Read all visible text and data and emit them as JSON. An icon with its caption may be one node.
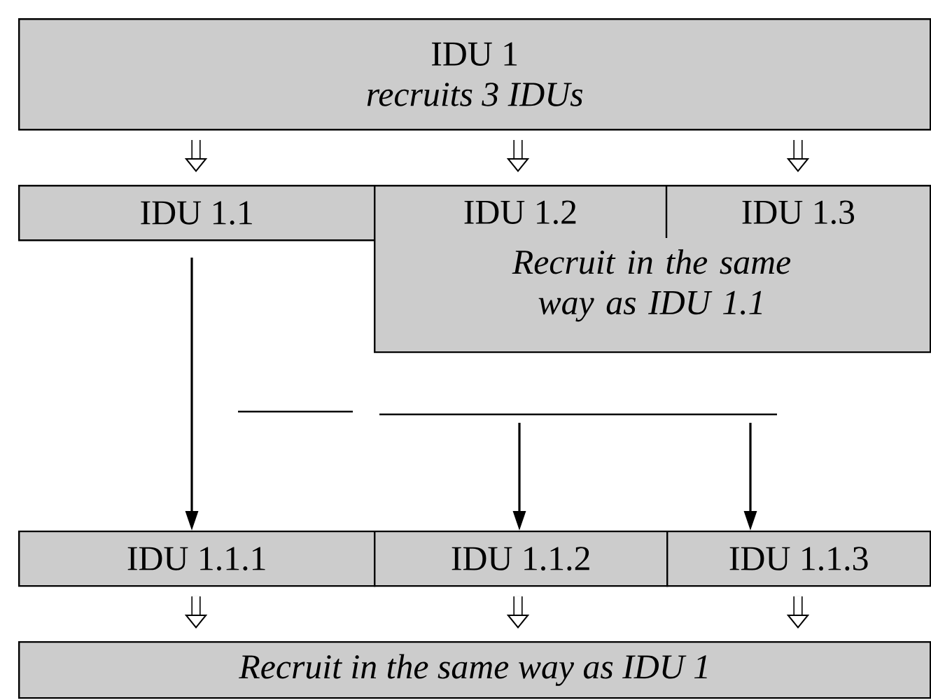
{
  "diagram": {
    "nodes": [
      {
        "text": [
          "IDU 1",
          "recruits 3 IDUs"
        ]
      },
      {
        "text": [
          "IDU 1.1"
        ]
      },
      {
        "text": [
          "Recruit in the same way as IDU 1.1"
        ]
      },
      {
        "text": [
          "IDU 1.2"
        ],
        "in": 2
      },
      {
        "text": [
          "IDU 1.3"
        ],
        "in": 2
      },
      {
        "text": [
          "IDU 1.1.1"
        ]
      },
      {
        "text": [
          "IDU 1.1.2"
        ]
      },
      {
        "text": [
          "IDU 1.1.3"
        ]
      },
      {
        "text": [
          "Recruit in the same way as IDU 1"
        ]
      }
    ],
    "edges": [
      {
        "from": 0,
        "to": 1,
        "arrow": "to"
      },
      {
        "from": 0,
        "to": 3,
        "arrow": "to"
      },
      {
        "from": 0,
        "to": 4,
        "arrow": "to"
      },
      {
        "from": 1,
        "to": 5,
        "arrow": "to"
      },
      {
        "from": null,
        "to": 6,
        "arrow": "to"
      },
      {
        "from": null,
        "to": 7,
        "arrow": "to"
      },
      {
        "from": 5,
        "to": 8,
        "arrow": "to"
      },
      {
        "from": 6,
        "to": 8,
        "arrow": "to"
      },
      {
        "from": 7,
        "to": 8,
        "arrow": "to"
      }
    ]
  }
}
